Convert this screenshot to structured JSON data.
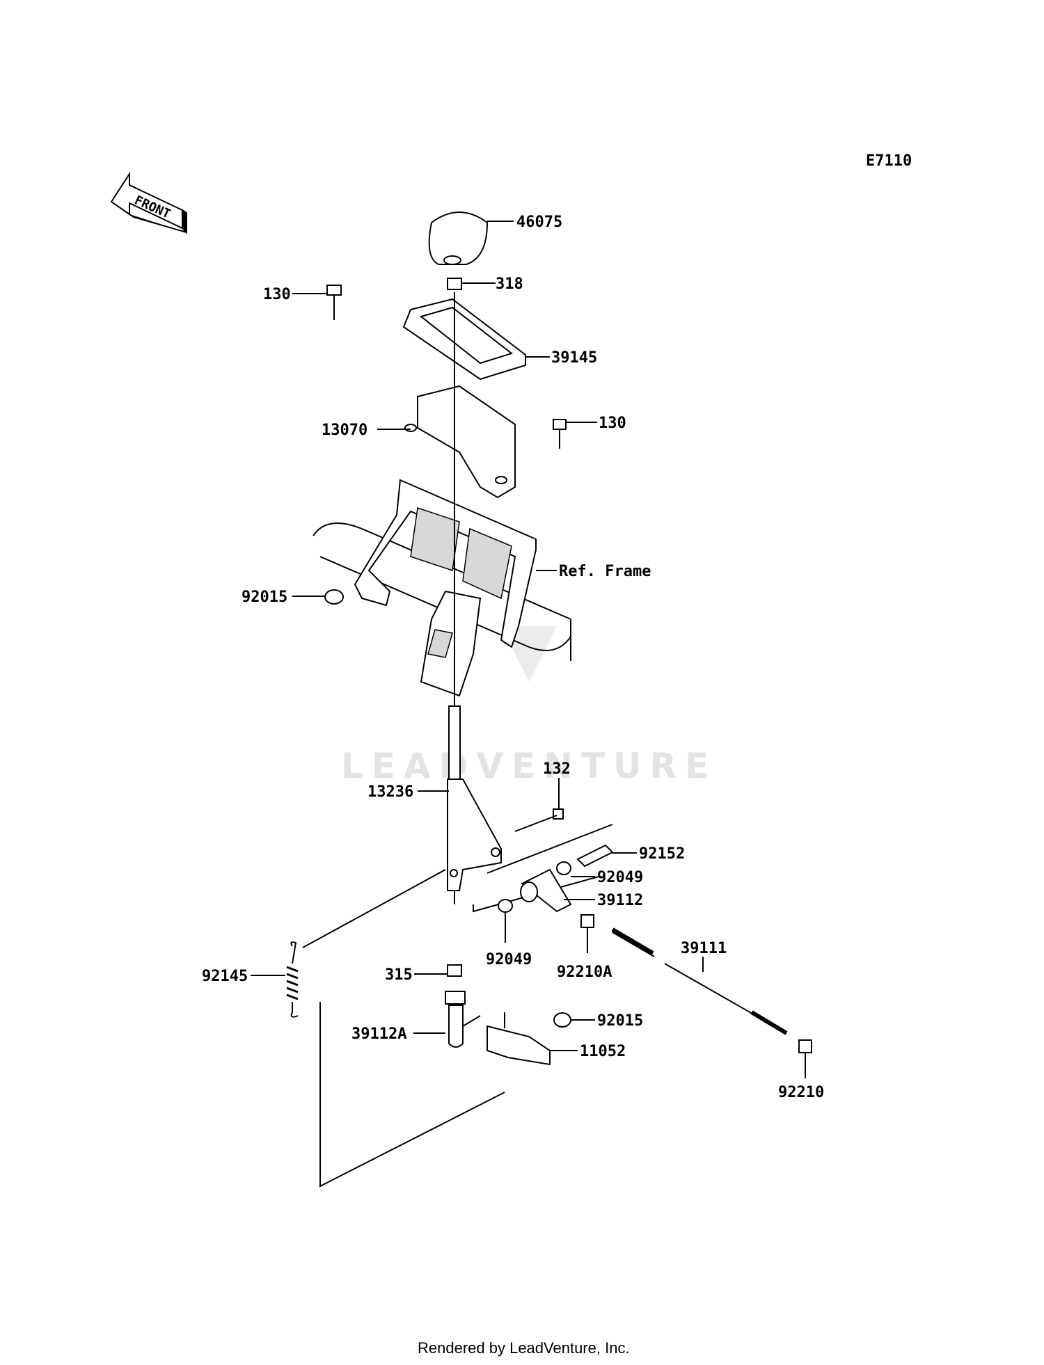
{
  "diagram_code": "E7110",
  "front_label": "FRONT",
  "watermark": "LEADVENTURE",
  "footer": "Rendered by LeadVenture, Inc.",
  "callouts": [
    {
      "id": "46075",
      "label": "46075"
    },
    {
      "id": "318",
      "label": "318"
    },
    {
      "id": "130-left",
      "label": "130"
    },
    {
      "id": "39145",
      "label": "39145"
    },
    {
      "id": "13070",
      "label": "13070"
    },
    {
      "id": "130-right",
      "label": "130"
    },
    {
      "id": "ref-frame",
      "label": "Ref. Frame"
    },
    {
      "id": "92015-left",
      "label": "92015"
    },
    {
      "id": "132",
      "label": "132"
    },
    {
      "id": "13236",
      "label": "13236"
    },
    {
      "id": "92152",
      "label": "92152"
    },
    {
      "id": "92049-right",
      "label": "92049"
    },
    {
      "id": "39112",
      "label": "39112"
    },
    {
      "id": "92049-left",
      "label": "92049"
    },
    {
      "id": "92210A",
      "label": "92210A"
    },
    {
      "id": "39111",
      "label": "39111"
    },
    {
      "id": "92145",
      "label": "92145"
    },
    {
      "id": "315",
      "label": "315"
    },
    {
      "id": "92015-right",
      "label": "92015"
    },
    {
      "id": "39112A",
      "label": "39112A"
    },
    {
      "id": "11052",
      "label": "11052"
    },
    {
      "id": "92210",
      "label": "92210"
    }
  ]
}
